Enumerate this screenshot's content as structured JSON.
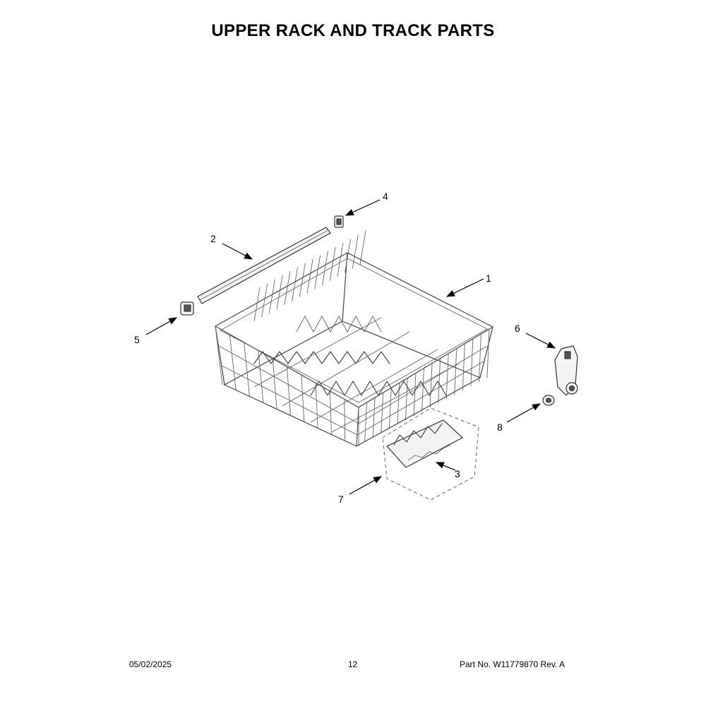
{
  "title": "UPPER RACK AND TRACK PARTS",
  "callouts": [
    {
      "id": "1",
      "label": "1"
    },
    {
      "id": "2",
      "label": "2"
    },
    {
      "id": "3",
      "label": "3"
    },
    {
      "id": "4",
      "label": "4"
    },
    {
      "id": "5",
      "label": "5"
    },
    {
      "id": "6",
      "label": "6"
    },
    {
      "id": "7",
      "label": "7"
    },
    {
      "id": "8",
      "label": "8"
    }
  ],
  "footer": {
    "date": "05/02/2025",
    "page": "12",
    "part": "Part No.  W11779870  Rev.  A"
  }
}
